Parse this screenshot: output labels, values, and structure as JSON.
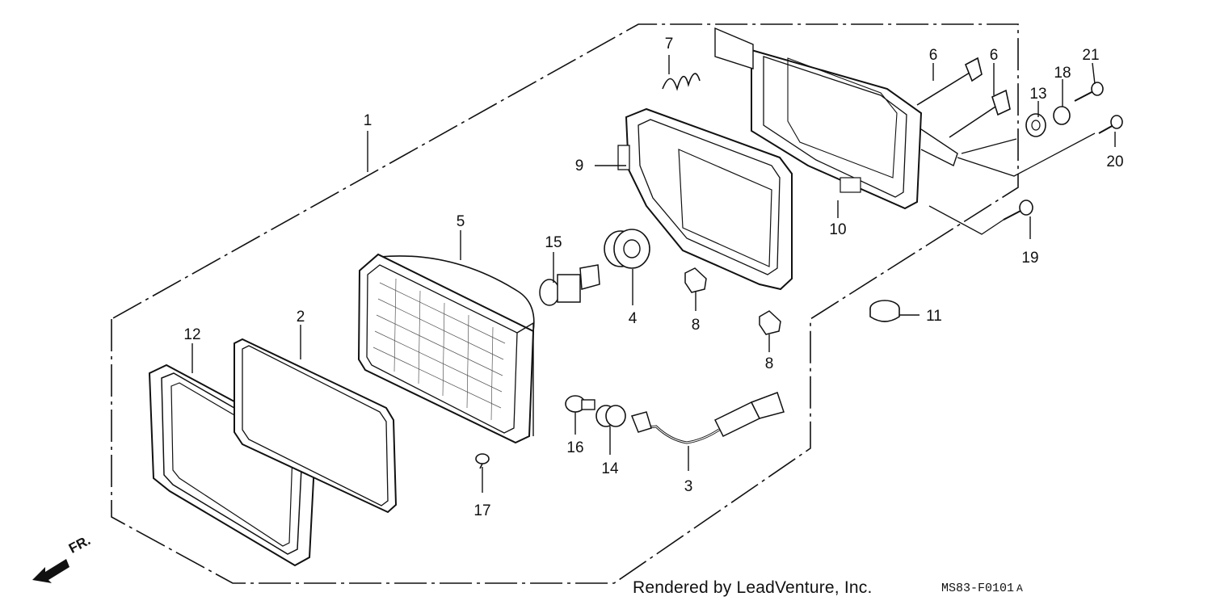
{
  "credit_text": "Rendered by LeadVenture, Inc.",
  "diagram_code": "MS83-F0101",
  "diagram_code_suffix": "A",
  "front_indicator": "FR.",
  "part_numbers": [
    "1",
    "2",
    "3",
    "4",
    "5",
    "6",
    "6",
    "7",
    "8",
    "8",
    "9",
    "10",
    "11",
    "12",
    "13",
    "14",
    "15",
    "16",
    "17",
    "18",
    "19",
    "20",
    "21"
  ]
}
